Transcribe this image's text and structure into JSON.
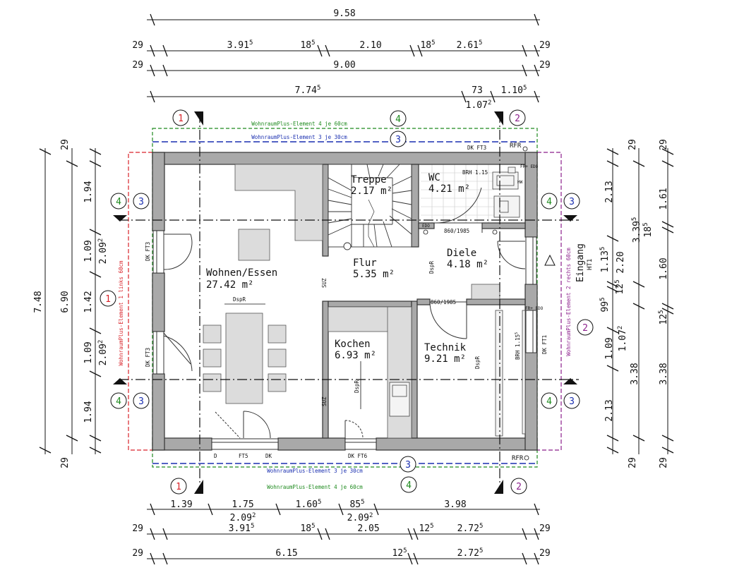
{
  "dims": {
    "top": {
      "total": "9.58",
      "row1": {
        "edge_left": "29",
        "a": "3.91",
        "a_sup": "5",
        "b": "18",
        "b_sup": "5",
        "c": "2.10",
        "d": "18",
        "d_sup": "5",
        "e": "2.61",
        "e_sup": "5",
        "edge_right": "29"
      },
      "row2": {
        "edge_left": "29",
        "inner": "9.00",
        "edge_right": "29"
      },
      "row3": {
        "a": "7.74",
        "a_sup": "5",
        "b": "73",
        "c": "1.10",
        "c_sup": "5",
        "d": "1.07",
        "d_sup": "2"
      }
    },
    "bottom": {
      "row1": {
        "a": "1.39",
        "b": "1.75",
        "c": "1.60",
        "c_sup": "5",
        "d": "85",
        "d_sup": "5",
        "e": "3.98"
      },
      "row1b": {
        "a": "2.09",
        "a_sup": "2",
        "b": "2.09",
        "b_sup": "2"
      },
      "row2": {
        "edge_left": "29",
        "a": "3.91",
        "a_sup": "5",
        "b": "18",
        "b_sup": "5",
        "c": "2.05",
        "d": "12",
        "d_sup": "5",
        "e": "2.72",
        "e_sup": "5",
        "edge_right": "29"
      },
      "row3": {
        "edge_left": "29",
        "a": "6.15",
        "b": "12",
        "b_sup": "5",
        "c": "2.72",
        "c_sup": "5",
        "edge_right": "29"
      }
    },
    "left": {
      "total": "7.48",
      "mid": "6.90",
      "chain": {
        "top": "29",
        "a": "1.94",
        "b": "1.09",
        "b2": "2.09",
        "b2_sup": "2",
        "c": "1.42",
        "d": "1.09",
        "d2": "2.09",
        "d2_sup": "2",
        "e": "1.94",
        "bottom": "29"
      }
    },
    "right": {
      "chain1": {
        "top": "29",
        "a": "2.13",
        "b": "1.13",
        "b_sup": "5",
        "c": "12",
        "c_sup": "5",
        "d": "99",
        "d_sup": "5",
        "e": "1.09",
        "f": "1.07",
        "f_sup": "2",
        "g": "2.13",
        "bottom": "29"
      },
      "chain2": {
        "a": "3.39",
        "a_sup": "5",
        "b": "2.20",
        "c": "3.38"
      },
      "chain3": {
        "top": "29",
        "a": "1.61",
        "b": "18",
        "b_sup": "5",
        "c": "1.60",
        "d": "12",
        "d_sup": "5",
        "e": "3.38",
        "bottom": "29"
      }
    }
  },
  "rooms": [
    {
      "name": "Wohnen/Essen",
      "area": "27.42 m²"
    },
    {
      "name": "Treppe",
      "area": "2.17 m²"
    },
    {
      "name": "WC",
      "area": "4.21 m²"
    },
    {
      "name": "Flur",
      "area": "5.35 m²"
    },
    {
      "name": "Diele",
      "area": "4.18 m²"
    },
    {
      "name": "Kochen",
      "area": "6.93 m²"
    },
    {
      "name": "Technik",
      "area": "9.21 m²"
    }
  ],
  "elements": {
    "top_outer": "WohnraumPlus-Element 4 je 60cm",
    "top_inner": "WohnraumPlus-Element 3 je 30cm",
    "bottom_inner": "WohnraumPlus-Element 3 je 30cm",
    "bottom_outer": "WohnraumPlus-Element 4 je 60cm",
    "left": "WohnraumPlus-Element 1 links 60cm",
    "right": "WohnraumPlus-Element 2 rechts 60cm"
  },
  "entrance": {
    "label": "Eingang",
    "code": "HT1"
  },
  "axis_labels": {
    "one": "1",
    "two": "2",
    "three": "3",
    "four": "4"
  },
  "colors": {
    "red": "#d9232a",
    "green": "#1e8a1e",
    "blue": "#1a2fb0",
    "purple": "#8b1f8b",
    "wall": "#a9a9a9"
  },
  "annotations": {
    "dk_ft3_top": "DK FT3",
    "dk_ft3_left1": "DK FT3",
    "dk_ft3_left2": "DK FT3",
    "rfr_top": "RFR",
    "rfr_bottom": "RFR",
    "brh": "BRH 1.15",
    "brh2": "BRH 1.15",
    "brh2_sup": "5",
    "dk_ft1": "DK FT1",
    "d": "D",
    "ft5": "FT5",
    "dk": "DK",
    "dk_ft6": "DK FT6",
    "door1": "860/1985",
    "door2": "860/1985",
    "dspr": "DspR",
    "dspr_flur": "DspR",
    "dspr_kochen": "DspR",
    "dspr_technik": "DspR",
    "suz1": "SUZ",
    "suz2": "SUZ",
    "fr_edo_top": "FR+ EDO",
    "fr_edo_mid": "FR+ EDO",
    "edo": "EDO",
    "hw": "HW"
  }
}
